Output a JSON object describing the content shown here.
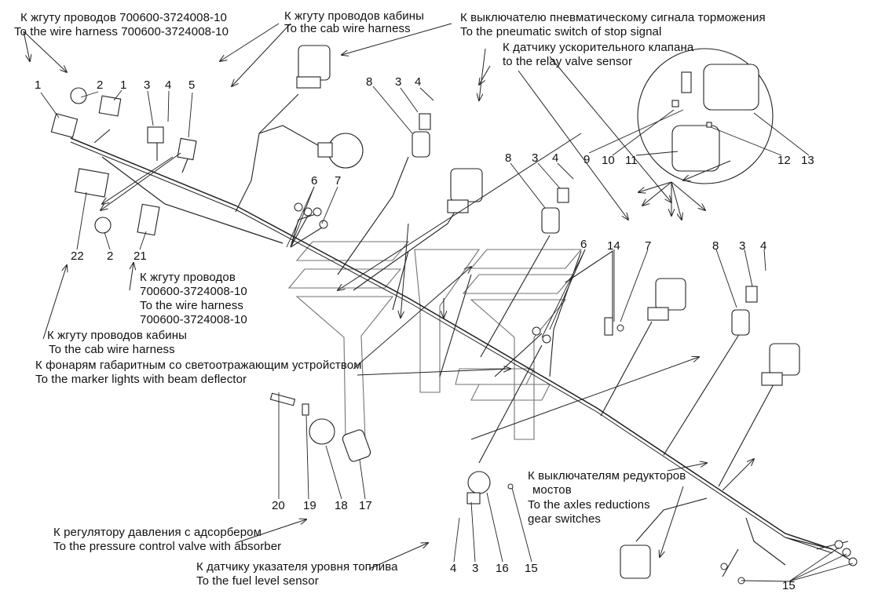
{
  "labels": {
    "harness_ru": "К жгуту проводов 700600-3724008-10",
    "harness_en": "To the wire harness 700600-3724008-10",
    "cab_ru": "К жгуту проводов кабины",
    "cab_en": "To the cab wire harness",
    "stop_ru": "К выключателю пневматическому сигнала торможения",
    "stop_en": "To the pneumatic switch of stop signal",
    "relay_ru": "К датчику ускорительного клапана",
    "relay_en": "to the relay valve sensor",
    "harness2_ru_1": "К жгуту проводов",
    "harness2_ru_2": "700600-3724008-10",
    "harness2_en_1": "To the wire harness",
    "harness2_en_2": "700600-3724008-10",
    "cab2_ru": "К жгуту проводов кабины",
    "cab2_en": "To the cab wire harness",
    "marker_ru": "К фонарям габаритным со светоотражающим устройством",
    "marker_en": "To the marker lights with beam deflector",
    "axles_ru_1": "К выключателям редукторов",
    "axles_ru_2": "мостов",
    "axles_en_1": "To the  axles reductions",
    "axles_en_2": "gear switches",
    "pressure_ru": "К регулятору давления с адсорбером",
    "pressure_en": "To the pressure control valve with absorber",
    "fuel_ru": "К датчику указателя уровня топлива",
    "fuel_en": "To the fuel level sensor"
  },
  "callouts": {
    "c1a": "1",
    "c2a": "2",
    "c1b": "1",
    "c3a": "3",
    "c4a": "4",
    "c5": "5",
    "c8a": "8",
    "c3b": "3",
    "c4b": "4",
    "c6a": "6",
    "c7a": "7",
    "c8b": "8",
    "c3c": "3",
    "c4c": "4",
    "c9": "9",
    "c10": "10",
    "c11": "11",
    "c12": "12",
    "c13": "13",
    "c22": "22",
    "c2b": "2",
    "c21": "21",
    "c6b": "6",
    "c14": "14",
    "c7b": "7",
    "c8c": "8",
    "c3d": "3",
    "c4d": "4",
    "c20": "20",
    "c19": "19",
    "c18": "18",
    "c17": "17",
    "c4e": "4",
    "c3e": "3",
    "c16": "16",
    "c15a": "15",
    "c15b": "15"
  }
}
